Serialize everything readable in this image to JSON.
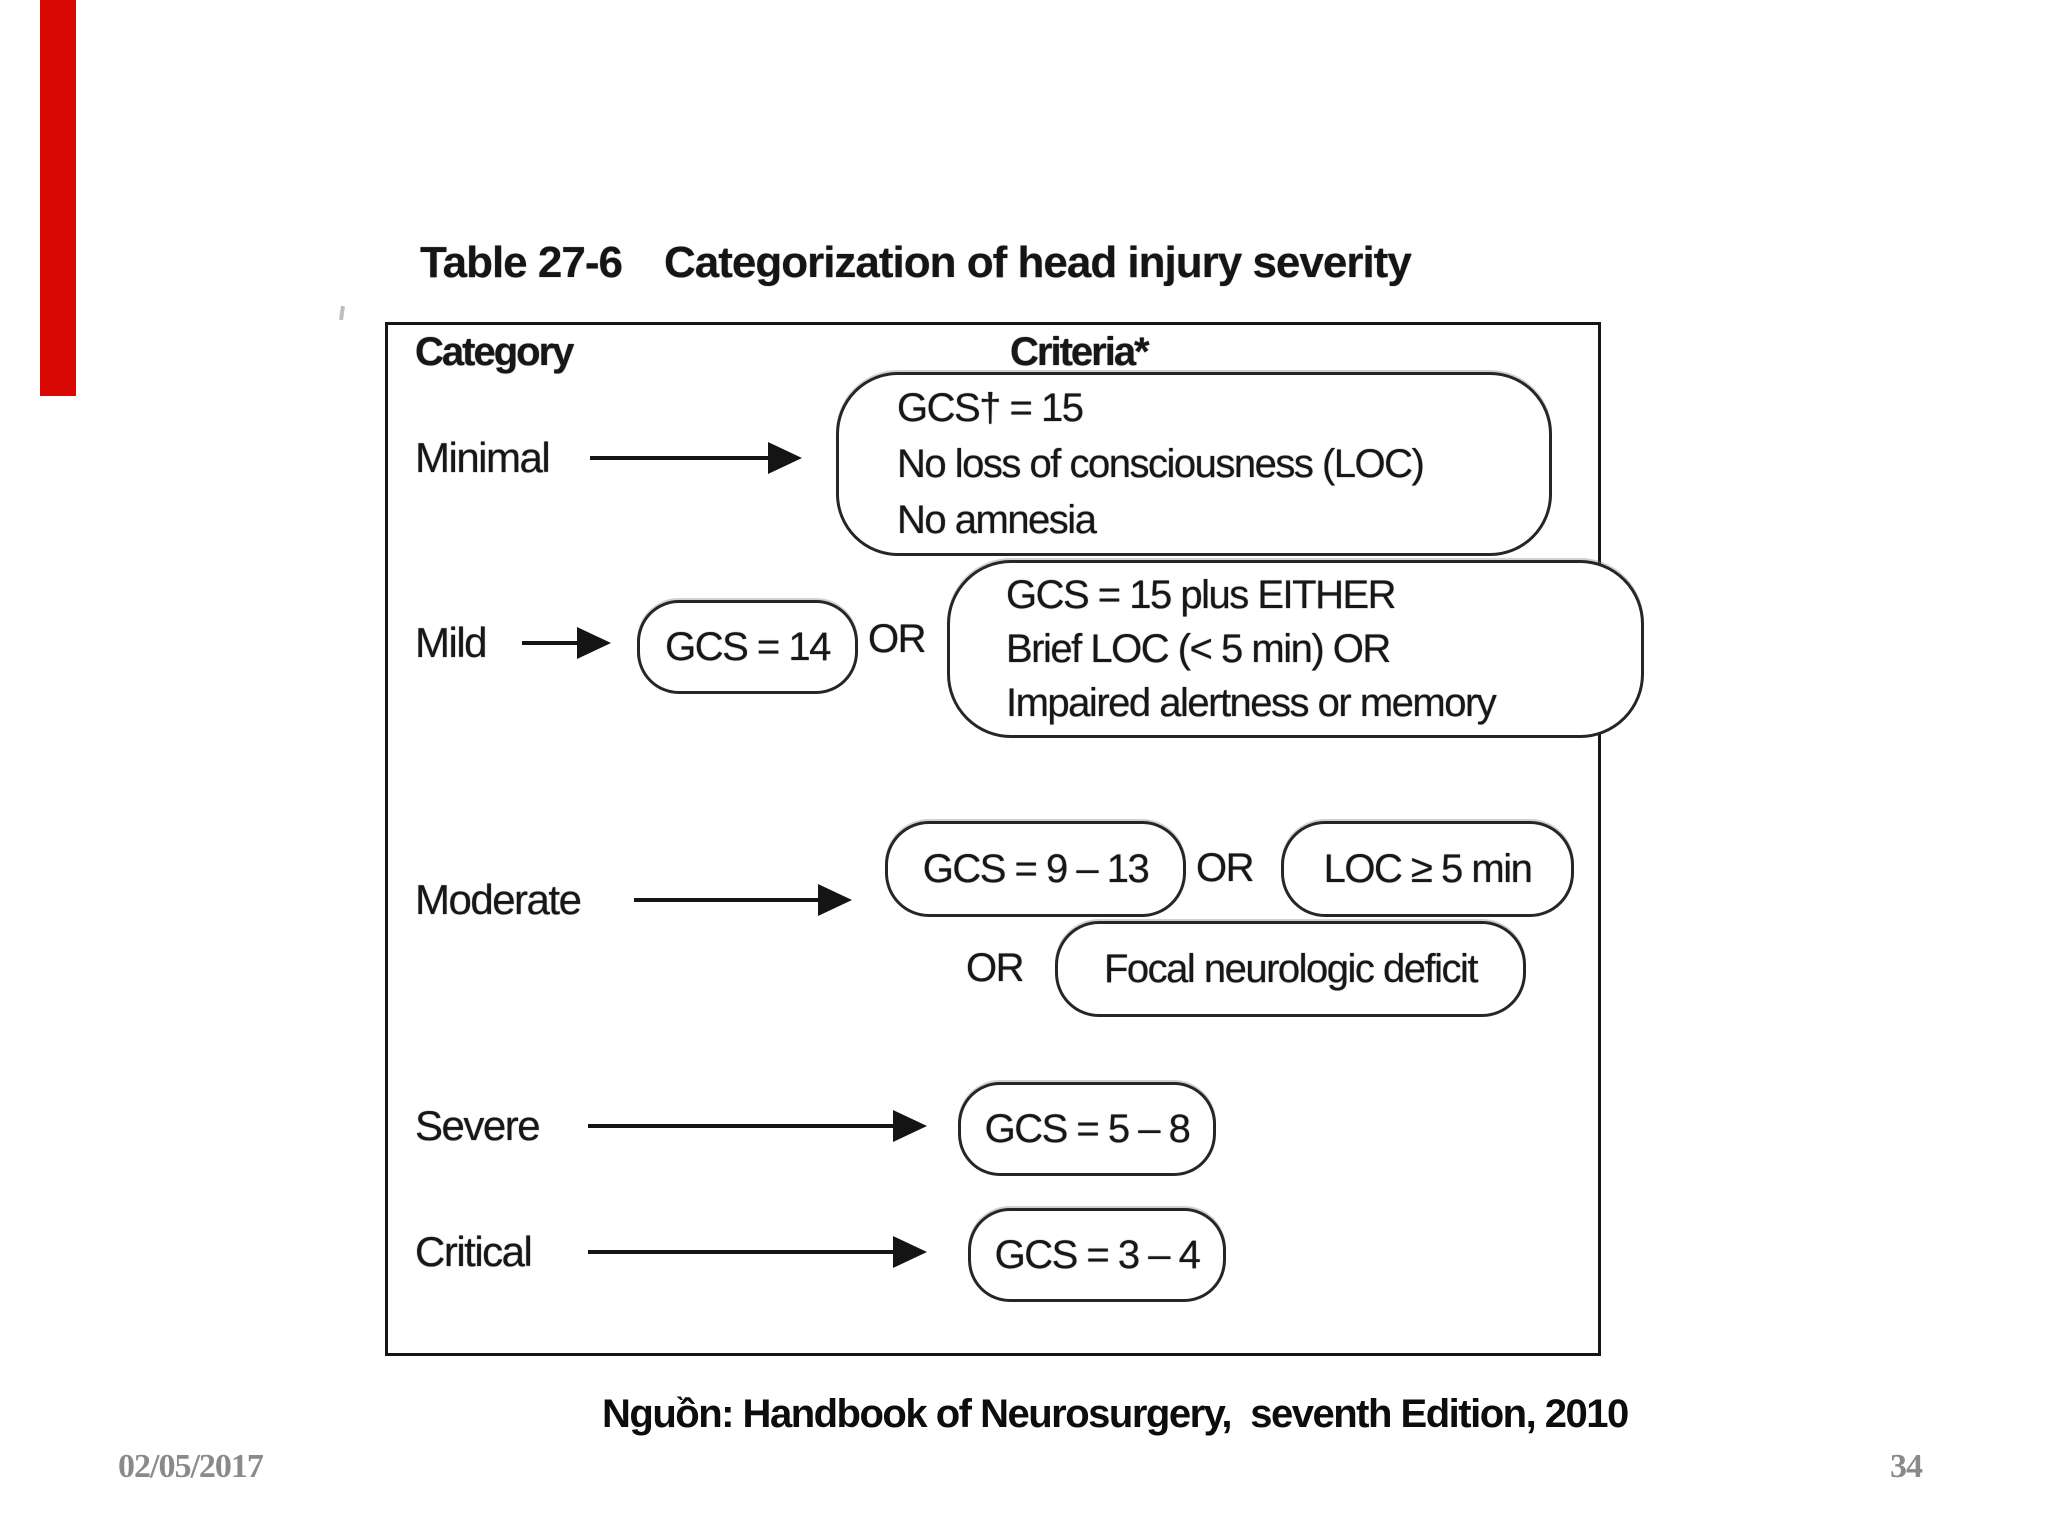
{
  "slide": {
    "title_label": "Table 27-6",
    "title_text": "Categorization of head injury severity",
    "source": "Nguồn: Handbook of Neurosurgery,  seventh Edition, 2010",
    "date": "02/05/2017",
    "page": "34",
    "accent_color": "#d90804",
    "text_color": "#171717",
    "muted_color": "#8a8a8a"
  },
  "table": {
    "header": {
      "category": "Category",
      "criteria": "Criteria*"
    },
    "rows": {
      "minimal": {
        "label": "Minimal",
        "lines": [
          "GCS† = 15",
          "No loss of consciousness (LOC)",
          "No amnesia"
        ]
      },
      "mild": {
        "label": "Mild",
        "gcs_box": "GCS = 14",
        "or": "OR",
        "lines": [
          "GCS = 15 plus EITHER",
          "Brief LOC (< 5 min) OR",
          "Impaired alertness or memory"
        ]
      },
      "moderate": {
        "label": "Moderate",
        "gcs_box": "GCS = 9 – 13",
        "or1": "OR",
        "loc_box": "LOC ≥ 5 min",
        "or2": "OR",
        "focal_box": "Focal neurologic deficit"
      },
      "severe": {
        "label": "Severe",
        "gcs_box": "GCS = 5 – 8"
      },
      "critical": {
        "label": "Critical",
        "gcs_box": "GCS = 3 – 4"
      }
    }
  }
}
